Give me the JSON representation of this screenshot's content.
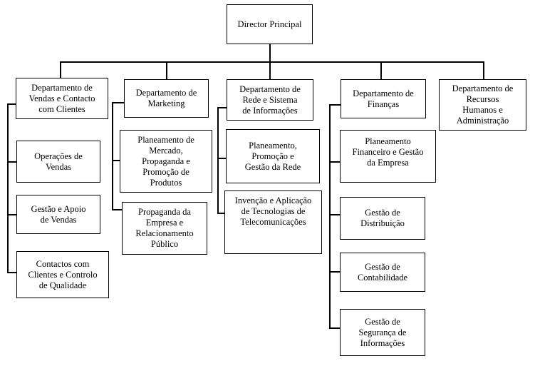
{
  "director": "Director Principal",
  "departments": {
    "vendas": {
      "title": "Departamento de\nVendas e Contacto\ncom Clientes",
      "units": [
        "Operações de\nVendas",
        "Gestão e Apoio\nde Vendas",
        "Contactos com\nClientes e Controlo\nde Qualidade"
      ]
    },
    "marketing": {
      "title": "Departamento de\nMarketing",
      "units": [
        "Planeamento de\nMercado,\nPropaganda e\nPromoção de\nProdutos",
        "Propaganda da\nEmpresa e\nRelacionamento\nPúblico"
      ]
    },
    "rede": {
      "title": "Departamento de\nRede e Sistema\nde Informações",
      "units": [
        "Planeamento,\nPromoção e\nGestão da Rede",
        "Invenção e Aplicação\nde Tecnologias de\nTelecomunicações"
      ]
    },
    "financas": {
      "title": "Departamento de\nFinanças",
      "units": [
        "Planeamento\nFinanceiro e Gestão\nda Empresa",
        "Gestão de\nDistribuição",
        "Gestão de\nContabilidade",
        "Gestão de\nSegurança de\nInformações"
      ]
    },
    "rh": {
      "title": "Departamento de\nRecursos\nHumanos e\nAdministração"
    }
  }
}
